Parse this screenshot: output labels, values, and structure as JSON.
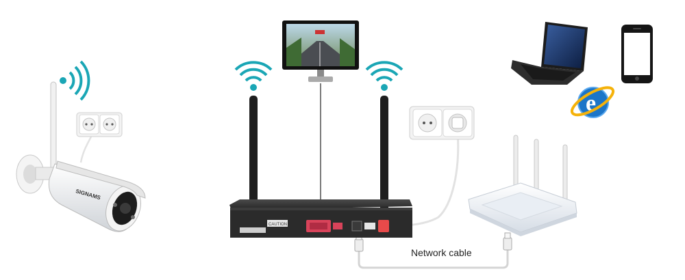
{
  "diagram": {
    "labels": {
      "network_cable": "Network cable"
    },
    "camera_logo_text": "SIGNAMS",
    "nvr_caution_text": "CAUTION",
    "colors": {
      "wifi": "#1aa6b5",
      "nvr_body": "#2a2a2a",
      "nvr_port_red": "#d8435a",
      "cable": "#d9d9d9",
      "router_body": "#f2f4f7",
      "ie_blue": "#1c75c8",
      "ie_ring": "#f5b20a"
    },
    "icons": [
      "wifi-icon",
      "camera",
      "nvr-recorder",
      "monitor",
      "router",
      "laptop",
      "smartphone",
      "internet-explorer-icon",
      "power-socket"
    ]
  }
}
